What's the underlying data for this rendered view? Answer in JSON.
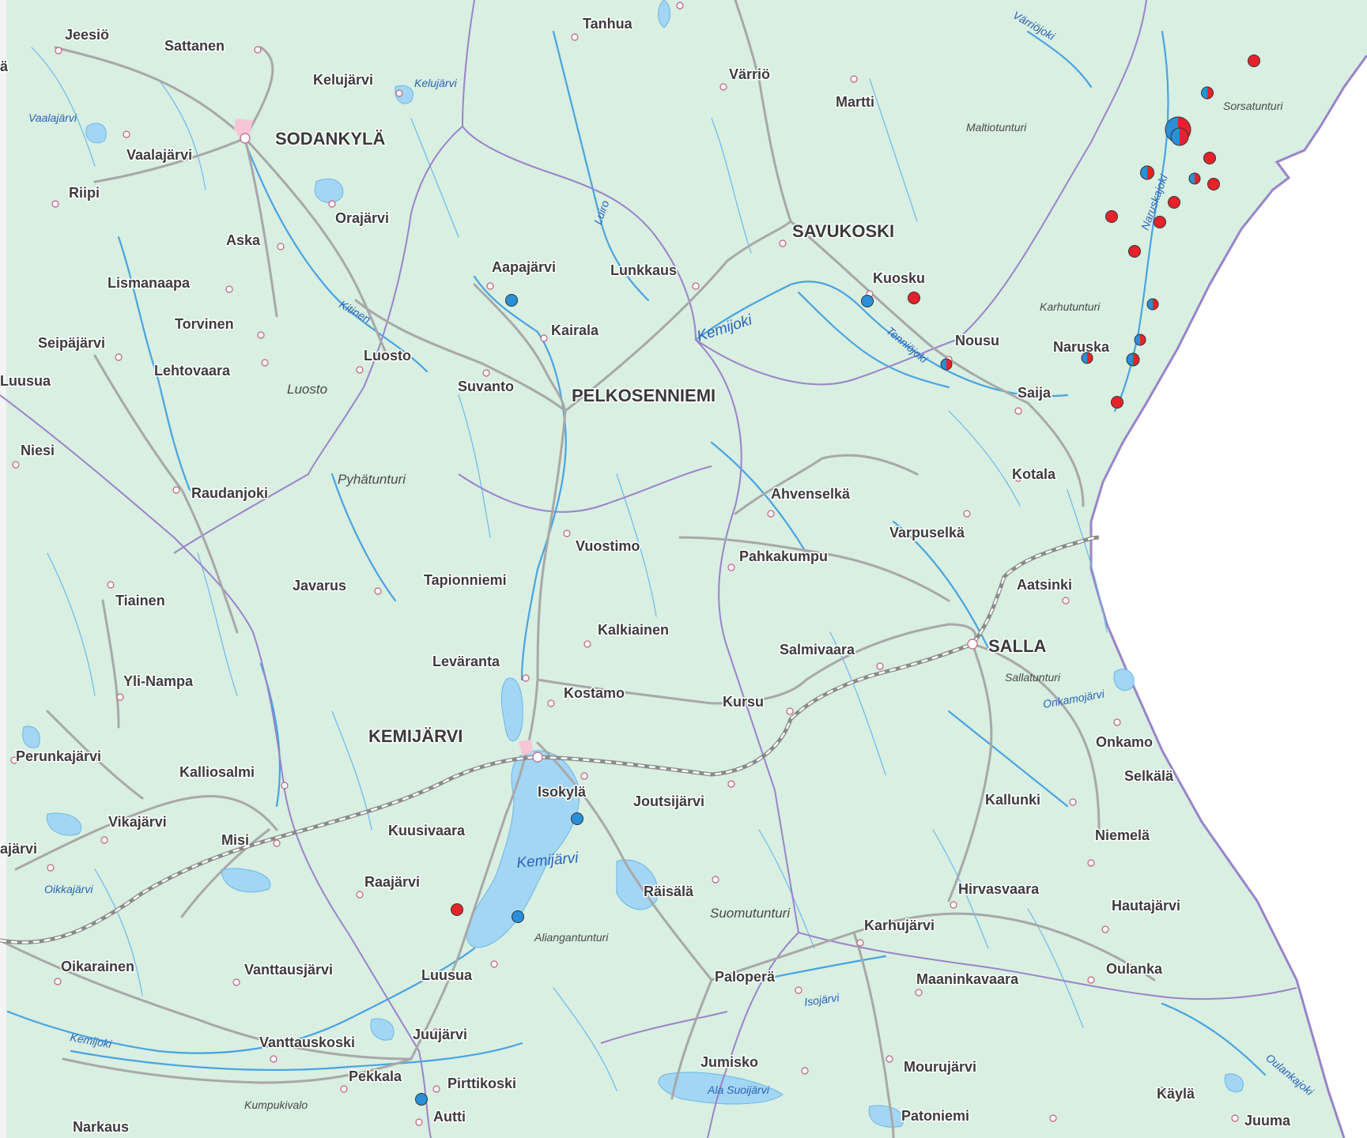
{
  "colors": {
    "land": "#d8efe2",
    "water": "#a3d6f5",
    "river": "#4aa3e0",
    "road": "#a8a8a8",
    "border": "#9a84c8",
    "foreign": "#ffffff",
    "marker_red": "#e8222a",
    "marker_blue": "#2a8fd8"
  },
  "towns": [
    {
      "key": "sodankyla",
      "name": "SODANKYLÄ"
    },
    {
      "key": "savukoski",
      "name": "SAVUKOSKI"
    },
    {
      "key": "pelkosenniemi",
      "name": "PELKOSENNIEMI"
    },
    {
      "key": "salla",
      "name": "SALLA"
    },
    {
      "key": "kemijarvi",
      "name": "KEMIJÄRVI"
    }
  ],
  "places": [
    "Jeesiö",
    "Sattanen",
    "Tanhua",
    "Värriö",
    "Martti",
    "Kelujärvi",
    "Vaalajärvi",
    "Riipi",
    "Orajärvi",
    "Aska",
    "Lismanaapa",
    "Torvinen",
    "Seipäjärvi",
    "Lehtovaara",
    "Luusua",
    "Luosto",
    "Niesi",
    "Raudanjoki",
    "Aapajärvi",
    "Lunkkaus",
    "Kairala",
    "Suvanto",
    "Kuosku",
    "Nousu",
    "Naruska",
    "Saija",
    "Kotala",
    "Ahvenselkä",
    "Varpuselkä",
    "Pahkakumpu",
    "Aatsinki",
    "Vuostimo",
    "Tapionniemi",
    "Javarus",
    "Tiainen",
    "Kalkiainen",
    "Salmivaara",
    "Leväranta",
    "Kostamo",
    "Kursu",
    "Yli-Nampa",
    "Perunkajärvi",
    "Kalliosalmi",
    "Onkamo",
    "Selkälä",
    "Isokylä",
    "Joutsijärvi",
    "Kallunki",
    "Vikajärvi",
    "Misi",
    "Kuusivaara",
    "Niemelä",
    "ajärvi",
    "Raajärvi",
    "Räisälä",
    "Hirvasvaara",
    "Hautajärvi",
    "Karhujärvi",
    "Oikarainen",
    "Vanttausjärvi",
    "Luusua",
    "Paloperä",
    "Maaninkavaara",
    "Oulanka",
    "Juujärvi",
    "Vanttauskoski",
    "Jumisko",
    "Mourujärvi",
    "Pekkala",
    "Pirttikoski",
    "Autti",
    "Käylä",
    "Patoniemi",
    "Juuma",
    "Narkaus",
    "ä"
  ],
  "hills": [
    "Luosto",
    "Pyhätunturi",
    "Maltiotunturi",
    "Sorsatunturi",
    "Karhutunturi",
    "Sallatunturi",
    "Suomutunturi",
    "Aliangantunturi",
    "Kumpukivalo"
  ],
  "waters": [
    "Kelujärvi",
    "Vaalajärvi",
    "Kitinen",
    "Luiro",
    "Kemijoki",
    "Tenniöjoki",
    "Värriöjoki",
    "Naruskajoki",
    "Onkamojärvi",
    "Oikkajärvi",
    "Kemijoki",
    "Isojärvi",
    "Ala Suoijärvi",
    "Oulankajoki",
    "Kemijärvi"
  ],
  "markers_legend": {
    "red": "",
    "blue": ""
  },
  "observation_sites": [
    {
      "kind": "red"
    },
    {
      "kind": "red"
    },
    {
      "kind": "split"
    },
    {
      "kind": "split-large"
    },
    {
      "kind": "red"
    },
    {
      "kind": "split"
    },
    {
      "kind": "split"
    },
    {
      "kind": "red"
    },
    {
      "kind": "split"
    },
    {
      "kind": "red"
    },
    {
      "kind": "red"
    },
    {
      "kind": "split"
    },
    {
      "kind": "split"
    },
    {
      "kind": "split"
    },
    {
      "kind": "split"
    },
    {
      "kind": "red"
    },
    {
      "kind": "split"
    },
    {
      "kind": "red"
    },
    {
      "kind": "blue"
    },
    {
      "kind": "blue"
    },
    {
      "kind": "blue"
    },
    {
      "kind": "blue"
    },
    {
      "kind": "red"
    },
    {
      "kind": "blue"
    }
  ]
}
